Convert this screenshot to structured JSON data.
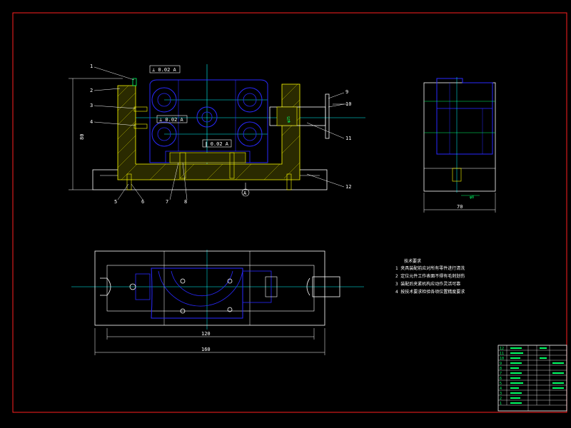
{
  "colors": {
    "background": "#000000",
    "frame": "#ff2020",
    "outline": "#ffffff",
    "part": "#2a2aff",
    "center": "#00ffff",
    "hatch": "#ffff00",
    "green": "#00ff66"
  },
  "front_view": {
    "callouts": [
      "1",
      "2",
      "3",
      "4",
      "5",
      "6",
      "7",
      "8",
      "9",
      "10",
      "11",
      "12"
    ],
    "tol_a": "⊥ 0.02 A",
    "tol_b": "⊥ 0.02 A",
    "tol_c": "∥ 0.02 A",
    "dim_height": "80",
    "dim_pin": "φ25",
    "datum": "A"
  },
  "side_view": {
    "dim_width": "70",
    "dim_small": "φ8"
  },
  "top_view": {
    "dim_inner": "120",
    "dim_outer": "160"
  },
  "notes": {
    "title": "技术要求",
    "lines": [
      "1  夹具装配前应对所有零件进行清洗",
      "2  定位元件工作表面不得有毛刺划伤",
      "3  装配后夹紧机构应动作灵活可靠",
      "4  按技术要求检验各项位置精度要求"
    ]
  },
  "title_block": {
    "rows": [
      "12",
      "11",
      "10",
      "9",
      "8",
      "7",
      "6",
      "5",
      "4",
      "3",
      "2",
      "1"
    ]
  }
}
